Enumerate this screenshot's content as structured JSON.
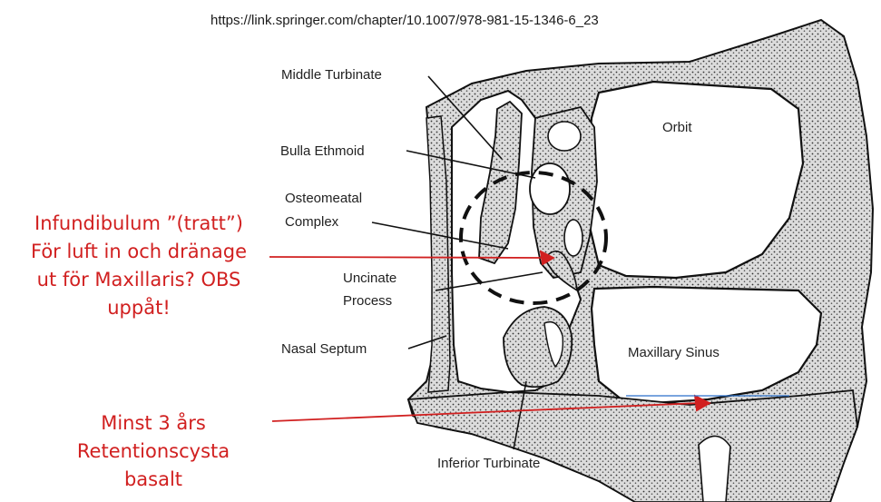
{
  "source_url": "https://link.springer.com/chapter/10.1007/978-981-15-1346-6_23",
  "anatomy_labels": {
    "middle_turbinate": "Middle Turbinate",
    "orbit": "Orbit",
    "bulla_ethmoid": "Bulla Ethmoid",
    "osteomeatal_line1": "Osteomeatal",
    "osteomeatal_line2": "Complex",
    "uncinate_line1": "Uncinate",
    "uncinate_line2": "Process",
    "nasal_septum": "Nasal Septum",
    "maxillary_sinus": "Maxillary Sinus",
    "inferior_turbinate": "Inferior Turbinate"
  },
  "annotations": {
    "infundibulum": [
      "Infundibulum  ”(tratt”)",
      "För luft in och dränage",
      "ut för Maxillaris? OBS",
      "uppåt!"
    ],
    "retention_cyst": [
      "Minst 3 års",
      "Retentionscysta",
      "basalt"
    ]
  },
  "colors": {
    "annotation": "#d12020",
    "bone_fill": "#d9d9d9",
    "outline": "#111111",
    "blue_line": "#2a6fc9"
  }
}
